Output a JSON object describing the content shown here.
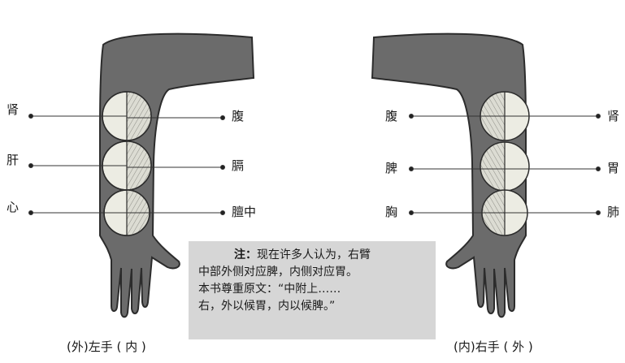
{
  "left_arm": {
    "caption": "(外)左手 ( 内 )",
    "outer_labels": [
      "肾",
      "肝",
      "心"
    ],
    "inner_labels": [
      "腹",
      "膈",
      "膻中"
    ]
  },
  "right_arm": {
    "caption": "(内)右手 ( 外 )",
    "inner_labels": [
      "腹",
      "脾",
      "胸"
    ],
    "outer_labels": [
      "肾",
      "胃",
      "肺"
    ]
  },
  "note": {
    "prefix": "注：",
    "line1": "现在许多人认为，右臂",
    "line2": "中部外侧对应脾，内侧对应胃。",
    "line3": "本书尊重原文：“中附上……",
    "line4": "右，外以候胃，内以候脾。”"
  },
  "colors": {
    "arm": "#6b6b6b",
    "arm_edge": "#2c2c2c",
    "circle": "#e9e9e0",
    "hatch": "#b8b8b0",
    "note_bg": "#d6d6d6"
  }
}
